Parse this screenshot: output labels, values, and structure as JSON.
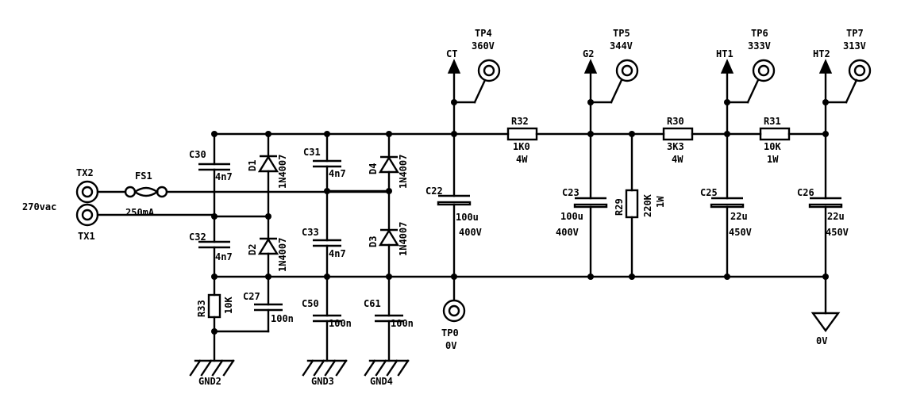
{
  "labels": {
    "input": "270vac",
    "tx2": "TX2",
    "tx1": "TX1",
    "fs1": "FS1",
    "fs1_val": "250mA",
    "c30": "C30",
    "c30_val": "4n7",
    "c31": "C31",
    "c31_val": "4n7",
    "c32": "C32",
    "c32_val": "4n7",
    "c33": "C33",
    "c33_val": "4n7",
    "d1": "D1",
    "d1_val": "1N4007",
    "d2": "D2",
    "d2_val": "1N4007",
    "d3": "D3",
    "d3_val": "1N4007",
    "d4": "D4",
    "d4_val": "1N4007",
    "c22": "C22",
    "c22_val": "100u",
    "c22_v": "400V",
    "c23": "C23",
    "c23_val": "100u",
    "c23_v": "400V",
    "c25": "C25",
    "c25_val": "22u",
    "c25_v": "450V",
    "c26": "C26",
    "c26_val": "22u",
    "c26_v": "450V",
    "c27": "C27",
    "c27_val": "100n",
    "c50": "C50",
    "c50_val": "100n",
    "c61": "C61",
    "c61_val": "100n",
    "r32": "R32",
    "r32_val": "1K0",
    "r32_w": "4W",
    "r30": "R30",
    "r30_val": "3K3",
    "r30_w": "4W",
    "r31": "R31",
    "r31_val": "10K",
    "r31_w": "1W",
    "r29": "R29",
    "r29_val": "220K",
    "r29_w": "1W",
    "r33": "R33",
    "r33_val": "10K",
    "ct": "CT",
    "g2": "G2",
    "ht1": "HT1",
    "ht2": "HT2",
    "tp4": "TP4",
    "tp4_v": "360V",
    "tp5": "TP5",
    "tp5_v": "344V",
    "tp6": "TP6",
    "tp6_v": "333V",
    "tp7": "TP7",
    "tp7_v": "313V",
    "tp0": "TP0",
    "tp0_v": "0V",
    "gnd_0v": "0V",
    "gnd2": "GND2",
    "gnd3": "GND3",
    "gnd4": "GND4"
  }
}
